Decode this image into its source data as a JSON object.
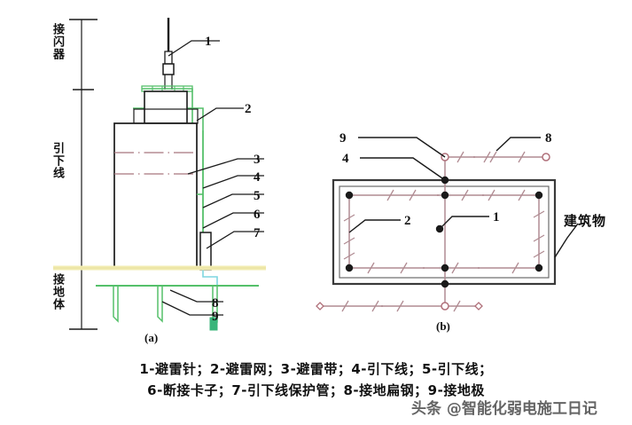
{
  "figure": {
    "title_caption_line1": "1-避雷针；2-避雷网；3-避雷带；4-引下线；5-引下线；",
    "title_caption_line2": "6-断接卡子；7-引下线保护管；8-接地扁钢；9-接地极",
    "sub_label_a": "(a)",
    "sub_label_b": "(b)"
  },
  "elevation": {
    "zone_labels": [
      {
        "id": "air-terminal",
        "text": "接闪器"
      },
      {
        "id": "down-conductor",
        "text": "引下线"
      },
      {
        "id": "earthing-body",
        "text": "接地体"
      }
    ],
    "callouts": [
      {
        "id": "callout-1",
        "text": "1"
      },
      {
        "id": "callout-2",
        "text": "2"
      },
      {
        "id": "callout-3",
        "text": "3"
      },
      {
        "id": "callout-4",
        "text": "4"
      },
      {
        "id": "callout-5",
        "text": "5"
      },
      {
        "id": "callout-6",
        "text": "6"
      },
      {
        "id": "callout-7",
        "text": "7"
      },
      {
        "id": "callout-8",
        "text": "8"
      },
      {
        "id": "callout-9",
        "text": "9"
      }
    ]
  },
  "plan": {
    "building_label": "建筑物",
    "callouts": [
      {
        "id": "plan-callout-9",
        "text": "9"
      },
      {
        "id": "plan-callout-8",
        "text": "8"
      },
      {
        "id": "plan-callout-4",
        "text": "4"
      },
      {
        "id": "plan-callout-2",
        "text": "2"
      },
      {
        "id": "plan-callout-1",
        "text": "1"
      }
    ]
  },
  "watermark": {
    "text": "头条 @智能化弱电施工日记"
  },
  "colors": {
    "line_black": "#1a1a1a",
    "conductor_green": "#55c06a",
    "grid_mauve": "#b08b92",
    "ground_yellow": "#f2ecb0",
    "background": "#ffffff"
  }
}
